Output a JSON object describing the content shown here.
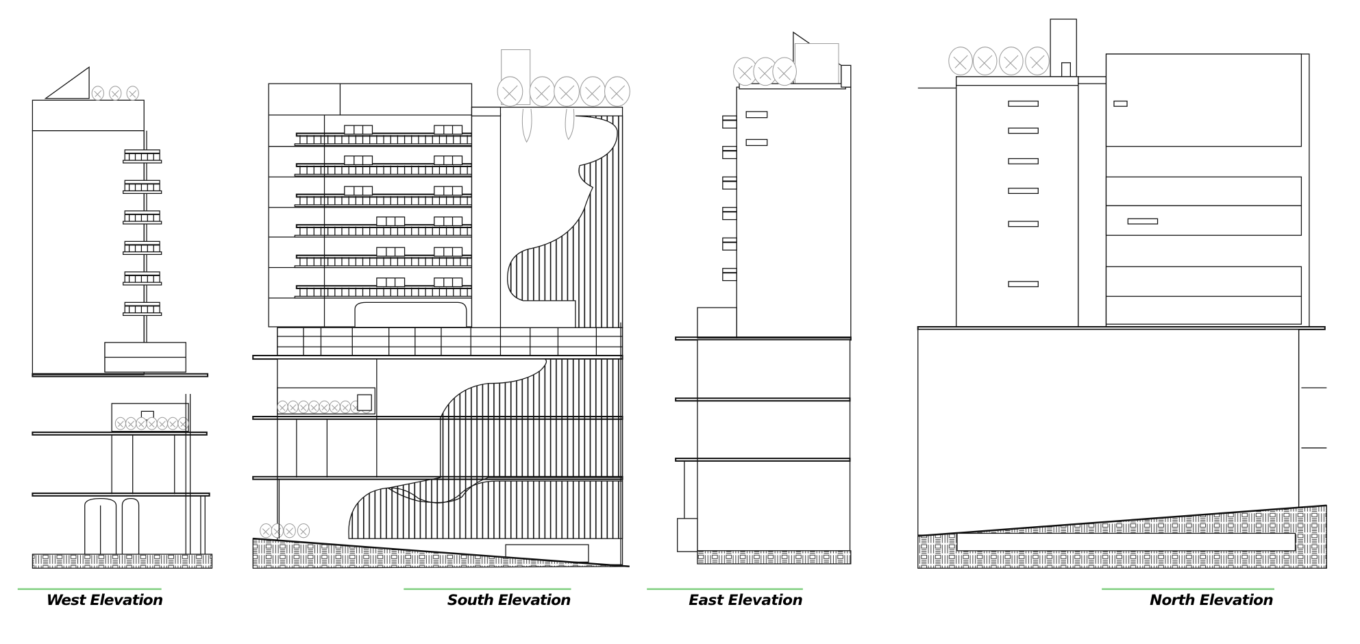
{
  "elevations": [
    {
      "id": "west",
      "label": "West Elevation"
    },
    {
      "id": "south",
      "label": "South Elevation"
    },
    {
      "id": "east",
      "label": "East Elevation"
    },
    {
      "id": "north",
      "label": "North Elevation"
    }
  ],
  "colors": {
    "line": "#111111",
    "label_underline": "#7fcf7f",
    "trees": "#999999",
    "background": "#ffffff"
  }
}
